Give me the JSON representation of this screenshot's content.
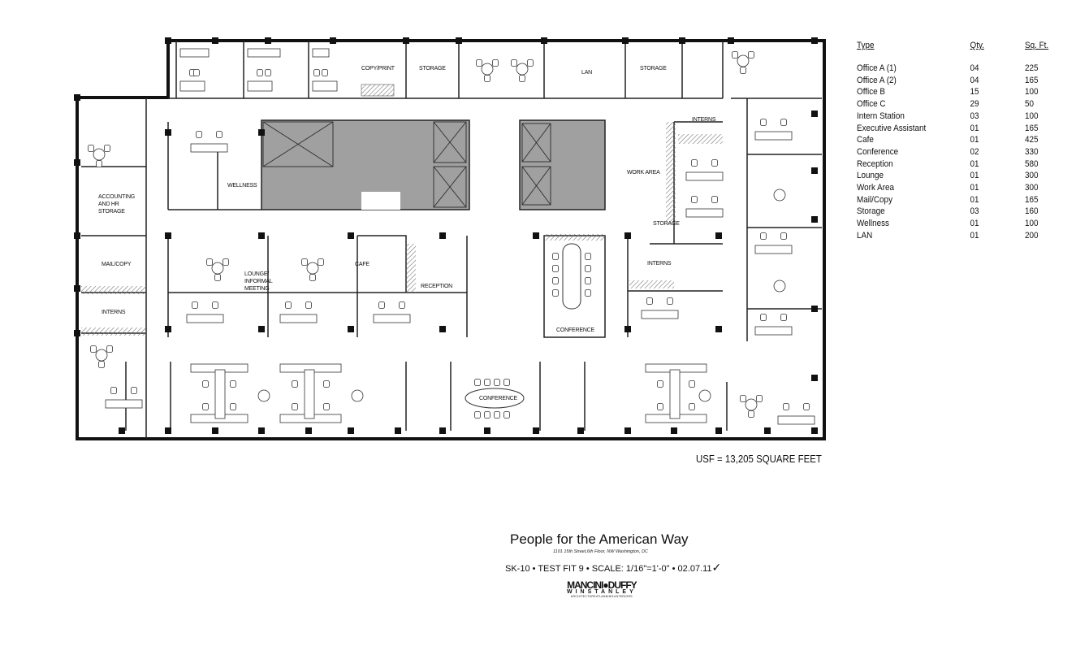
{
  "plan": {
    "rooms": {
      "copy_print": "COPY/PRINT",
      "storage_1": "STORAGE",
      "lan": "LAN",
      "storage_2": "STORAGE",
      "interns_1": "INTERNS",
      "work_area": "WORK AREA",
      "storage_3": "STORAGE",
      "interns_2": "INTERNS",
      "wellness": "WELLNESS",
      "accounting": [
        "ACCOUNTING",
        "AND HR",
        "STORAGE"
      ],
      "mail_copy": "MAIL/COPY",
      "interns_3": "INTERNS",
      "lounge": [
        "LOUNGE/",
        "INFORMAL",
        "MEETING"
      ],
      "cafe": "CAFE",
      "reception": "RECEPTION",
      "conference_1": "CONFERENCE",
      "conference_2": "CONFERENCE"
    },
    "usf": "USF = 13,205 SQUARE FEET"
  },
  "schedule": {
    "headers": {
      "type": "Type",
      "qty": "Qty.",
      "sqft": "Sq. Ft."
    },
    "rows": [
      {
        "type": "Office A (1)",
        "qty": "04",
        "sqft": "225"
      },
      {
        "type": "Office A (2)",
        "qty": "04",
        "sqft": "165"
      },
      {
        "type": "Office B",
        "qty": "15",
        "sqft": "100"
      },
      {
        "type": "Office C",
        "qty": "29",
        "sqft": "50"
      },
      {
        "type": "Intern Station",
        "qty": "03",
        "sqft": "100"
      },
      {
        "type": "Executive Assistant",
        "qty": "01",
        "sqft": "165"
      },
      {
        "type": "Cafe",
        "qty": "01",
        "sqft": "425"
      },
      {
        "type": "Conference",
        "qty": "02",
        "sqft": "330"
      },
      {
        "type": "Reception",
        "qty": "01",
        "sqft": "580"
      },
      {
        "type": "Lounge",
        "qty": "01",
        "sqft": "300"
      },
      {
        "type": "Work Area",
        "qty": "01",
        "sqft": "300"
      },
      {
        "type": "Mail/Copy",
        "qty": "01",
        "sqft": "165"
      },
      {
        "type": "Storage",
        "qty": "03",
        "sqft": "160"
      },
      {
        "type": "Wellness",
        "qty": "01",
        "sqft": "100"
      },
      {
        "type": "LAN",
        "qty": "01",
        "sqft": "200"
      }
    ]
  },
  "title_block": {
    "client": "People for the American Way",
    "address": "1101 15th Street,6th Floor, NW Washington, DC",
    "sheet": "SK-10 • TEST FIT 9 • SCALE: 1/16\"=1'-0\" • 02.07.11",
    "check": "✓",
    "firm_line1": "MANCINI●DUFFY",
    "firm_line2": "WINSTANLEY",
    "firm_line3": "ARCHITECTURE•PLANNING•INTERIORS"
  },
  "colors": {
    "ink": "#111111",
    "core_fill": "#9a9a9a",
    "hatch": "#888888"
  }
}
